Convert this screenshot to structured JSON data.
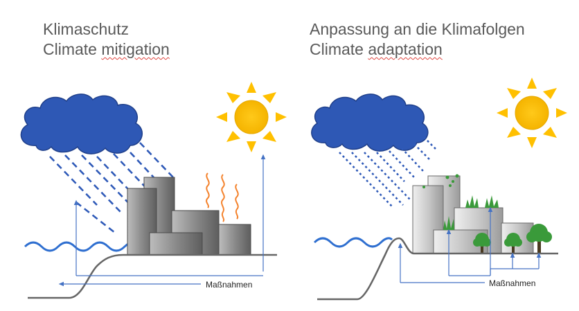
{
  "left_panel": {
    "title_de": "Klimaschutz",
    "title_en_word1": "Climate",
    "title_en_word2": "mitigation",
    "measures_label": "Maßnahmen"
  },
  "right_panel": {
    "title_de": "Anpassung an die Klimafolgen",
    "title_en_word1": "Climate",
    "title_en_word2": "adaptation",
    "measures_label": "Maßnahmen"
  },
  "colors": {
    "cloud": "#2f5ab8",
    "rain": "#2f5ab8",
    "sun": "#ffc000",
    "water": "#2f6fd0",
    "heat_waves": "#f4822c",
    "arrows": "#4472c4",
    "ground": "#666666",
    "vegetation": "#3a9a3a"
  }
}
